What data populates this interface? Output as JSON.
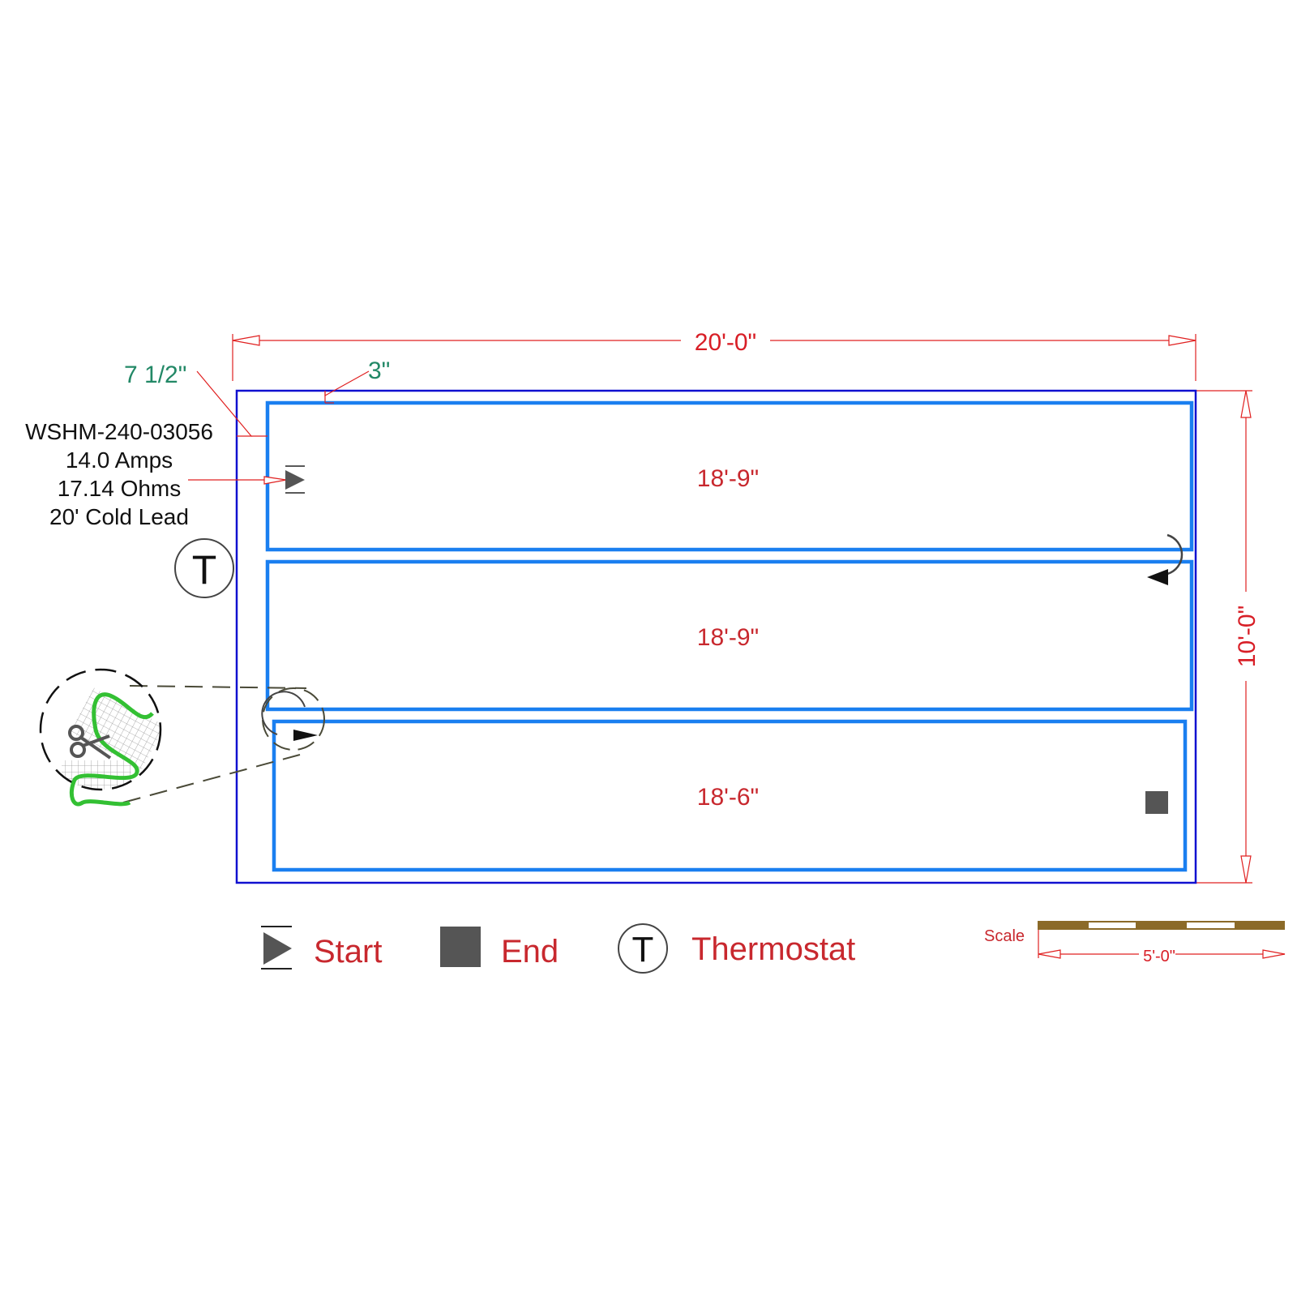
{
  "colors": {
    "room_outline": "#1010d0",
    "mat_outline": "#1a7ff0",
    "dimension": "#e02020",
    "dimension_text": "#c8282e",
    "spacing_text": "#228866",
    "symbol_fill": "#555555",
    "scale_bar": "#8b6a28",
    "cable_green": "#33c033",
    "detail_dash": "#4a4a38"
  },
  "room": {
    "width_label": "20'-0\"",
    "height_label": "10'-0\""
  },
  "spacing": {
    "side_offset": "7 1/2\"",
    "top_offset": "3\""
  },
  "product": {
    "model": "WSHM-240-03056",
    "amps": "14.0  Amps",
    "ohms": "17.14 Ohms",
    "cold_lead": "20' Cold Lead"
  },
  "mats": [
    {
      "length": "18'-9\""
    },
    {
      "length": "18'-9\""
    },
    {
      "length": "18'-6\""
    }
  ],
  "thermostat_symbol": "T",
  "legend": {
    "start_label": "Start",
    "end_label": "End",
    "thermostat_label": "Thermostat",
    "thermostat_symbol": "T"
  },
  "scale": {
    "label": "Scale",
    "length": "5'-0\""
  }
}
